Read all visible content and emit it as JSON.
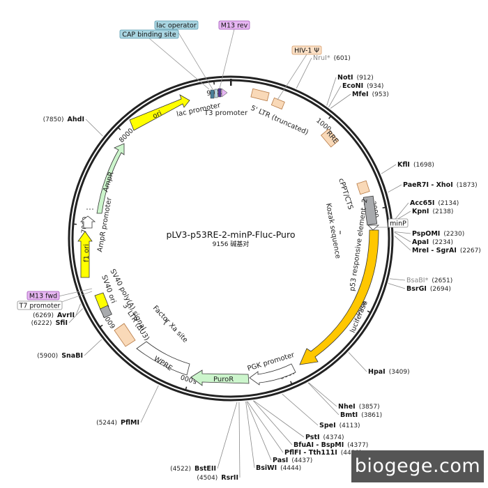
{
  "plasmid": {
    "name": "pLV3-p53RE-2-minP-Fluc-Puro",
    "size_label": "9156 碱基对",
    "length_bp": 9156
  },
  "ticks": [
    1000,
    2000,
    3000,
    4000,
    5000,
    6000,
    7000,
    8000,
    9000
  ],
  "sites": [
    {
      "name": "NruI*",
      "pos": "(601)",
      "bp": 601,
      "grey": true
    },
    {
      "name": "NotI",
      "pos": "(912)",
      "bp": 912
    },
    {
      "name": "EcoNI",
      "pos": "(934)",
      "bp": 934
    },
    {
      "name": "MfeI",
      "pos": "(953)",
      "bp": 953
    },
    {
      "name": "KflI",
      "pos": "(1698)",
      "bp": 1698
    },
    {
      "name": "PaeR7I - XhoI",
      "pos": "(1873)",
      "bp": 1873
    },
    {
      "name": "Acc65I",
      "pos": "(2134)",
      "bp": 2134
    },
    {
      "name": "KpnI",
      "pos": "(2138)",
      "bp": 2138
    },
    {
      "name": "PspOMI",
      "pos": "(2230)",
      "bp": 2230
    },
    {
      "name": "ApaI",
      "pos": "(2234)",
      "bp": 2234
    },
    {
      "name": "MreI - SgrAI",
      "pos": "(2267)",
      "bp": 2267
    },
    {
      "name": "BsaBI*",
      "pos": "(2651)",
      "bp": 2651,
      "grey": true
    },
    {
      "name": "BsrGI",
      "pos": "(2694)",
      "bp": 2694
    },
    {
      "name": "HpaI",
      "pos": "(3409)",
      "bp": 3409
    },
    {
      "name": "NheI",
      "pos": "(3857)",
      "bp": 3857
    },
    {
      "name": "BmtI",
      "pos": "(3861)",
      "bp": 3861
    },
    {
      "name": "SpeI",
      "pos": "(4113)",
      "bp": 4113
    },
    {
      "name": "PstI",
      "pos": "(4374)",
      "bp": 4374
    },
    {
      "name": "BfuAI - BspMI",
      "pos": "(4377)",
      "bp": 4377
    },
    {
      "name": "PflFI - Tth111I",
      "pos": "(4430)",
      "bp": 4430
    },
    {
      "name": "PasI",
      "pos": "(4437)",
      "bp": 4437
    },
    {
      "name": "BsiWI",
      "pos": "(4444)",
      "bp": 4444
    },
    {
      "name": "RsrII",
      "pos": "(4504)",
      "bp": 4504
    },
    {
      "name": "BstEII",
      "pos": "(4522)",
      "bp": 4522
    },
    {
      "name": "PflMI",
      "pos": "(5244)",
      "bp": 5244
    },
    {
      "name": "SnaBI",
      "pos": "(5900)",
      "bp": 5900
    },
    {
      "name": "SfiI",
      "pos": "(6222)",
      "bp": 6222
    },
    {
      "name": "AvrII",
      "pos": "(6269)",
      "bp": 6269
    },
    {
      "name": "AhdI",
      "pos": "(7850)",
      "bp": 7850
    }
  ],
  "tags": [
    {
      "text": "lac operator",
      "fill": "#a9d5e1",
      "stroke": "#5a9bb0",
      "color": "#111111"
    },
    {
      "text": "CAP binding site",
      "fill": "#a9d5e1",
      "stroke": "#5a9bb0",
      "color": "#111111"
    },
    {
      "text": "M13 rev",
      "fill": "#e6b6f2",
      "stroke": "#a055b8",
      "color": "#111111"
    },
    {
      "text": "HIV-1 Ψ",
      "fill": "#fbe0c6",
      "stroke": "#d49a66",
      "color": "#111111"
    },
    {
      "text": "minP",
      "fill": "#ffffff",
      "stroke": "#888888",
      "color": "#111111"
    },
    {
      "text": "M13 fwd",
      "fill": "#e6b6f2",
      "stroke": "#a055b8",
      "color": "#111111"
    },
    {
      "text": "T7 promoter",
      "fill": "#ffffff",
      "stroke": "#888888",
      "color": "#111111"
    }
  ],
  "features": {
    "lac_promoter": "lac promoter",
    "t3_promoter": "T3 promoter",
    "ltr5": "5' LTR (truncated)",
    "rre": "RRE",
    "cppt": "cPPT/CTS",
    "kozak": "Kozak sequence",
    "p53re": "p53 responsive element -2",
    "luciferase": "luciferase",
    "pgk": "PGK promoter",
    "puror": "PuroR",
    "wpre": "WPRE",
    "ltr3": "3' LTR (ΔU3)",
    "factor_xa": "Factor Xa site",
    "sv40_polya": "SV40 poly(A) signal",
    "sv40_ori": "SV40 ori",
    "f1_ori": "f1 ori",
    "ampr_promoter": "AmpR promoter",
    "ampr": "AmpR",
    "ori": "ori"
  },
  "colors": {
    "backbone": "#222222",
    "ori": "#ffff00",
    "ampr": "#ccf5cc",
    "luciferase": "#ffc700",
    "ltr": "#f9d9b8",
    "grey_box": "#a8aaad",
    "puror": "#ccf5cc"
  },
  "watermark": "biogege.com"
}
